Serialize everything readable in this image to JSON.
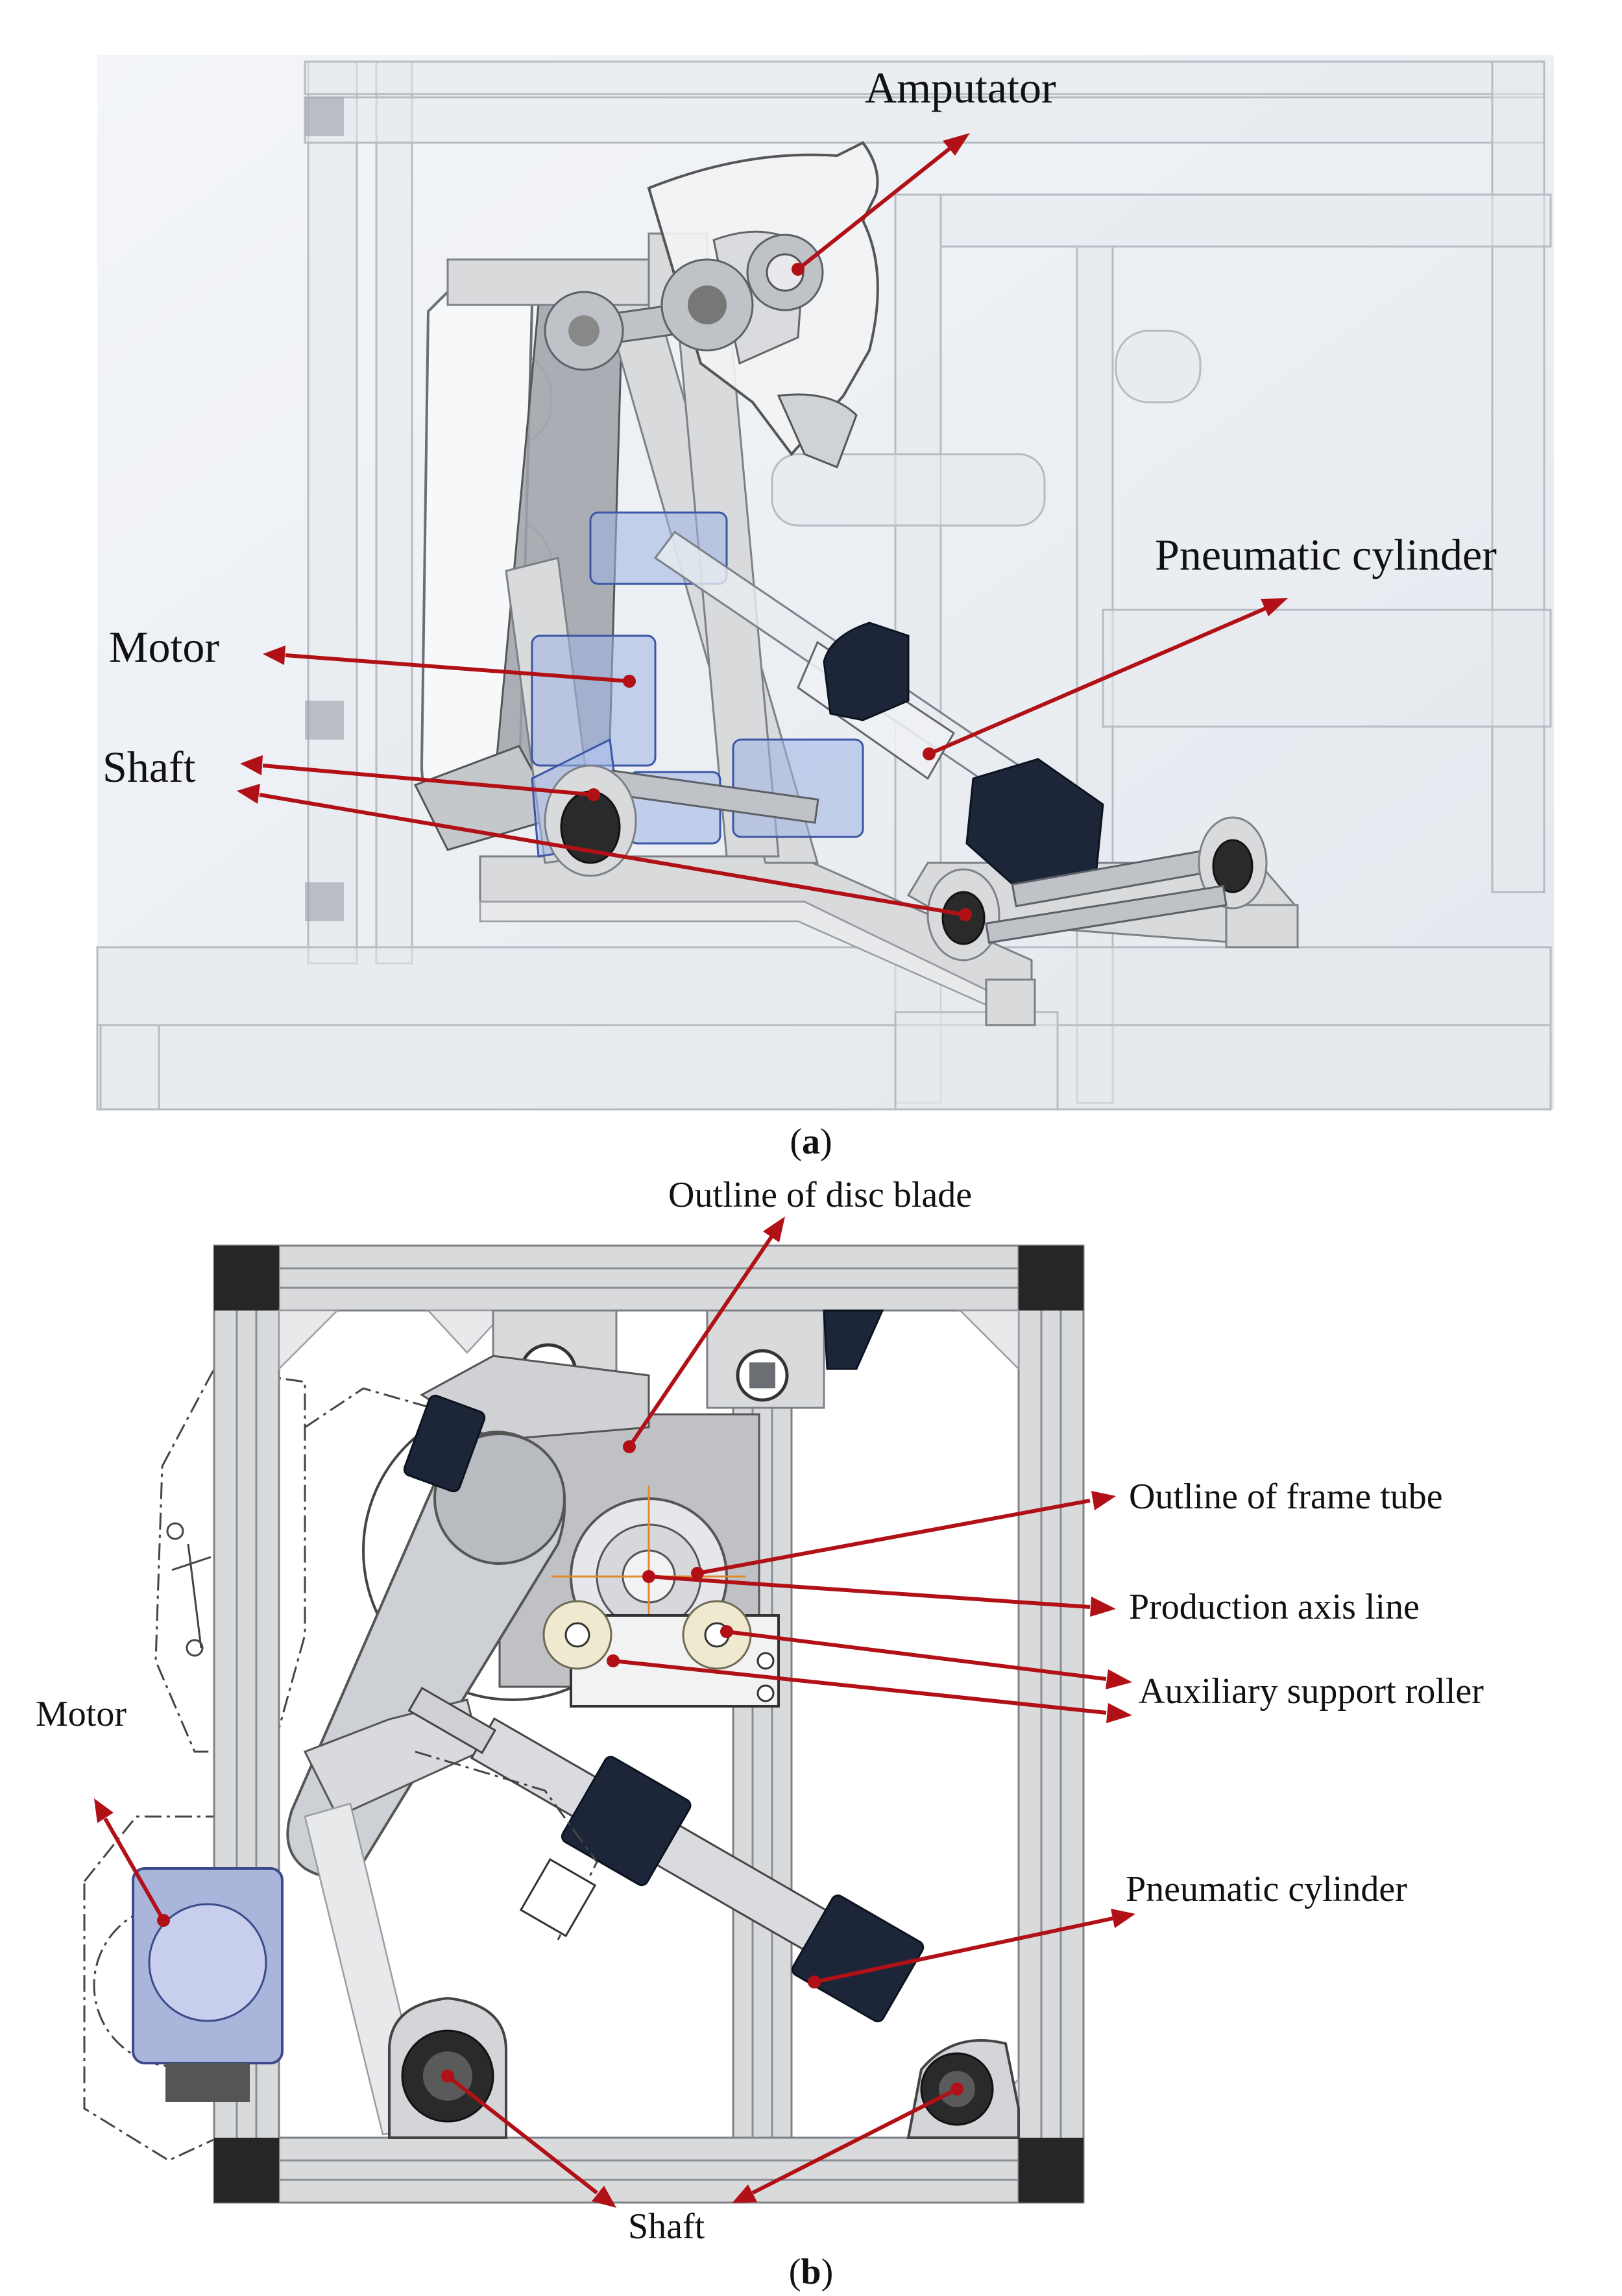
{
  "panel_a": {
    "caption_letter": "a",
    "labels": {
      "amputator": "Amputator",
      "pneumatic_cylinder": "Pneumatic cylinder",
      "motor": "Motor",
      "shaft": "Shaft"
    }
  },
  "panel_b": {
    "caption_letter": "b",
    "labels": {
      "outline_disc_blade": "Outline of disc blade",
      "outline_frame_tube": "Outline of frame tube",
      "production_axis_line": "Production axis line",
      "auxiliary_support_roller": "Auxiliary support roller",
      "motor": "Motor",
      "pneumatic_cylinder": "Pneumatic cylinder",
      "shaft": "Shaft"
    }
  },
  "colors": {
    "callout": "#b11116",
    "frame_aluminum": "#d9dadc",
    "cylinder_body": "#1c2638",
    "bracket_blue": "#9fb4e4"
  }
}
